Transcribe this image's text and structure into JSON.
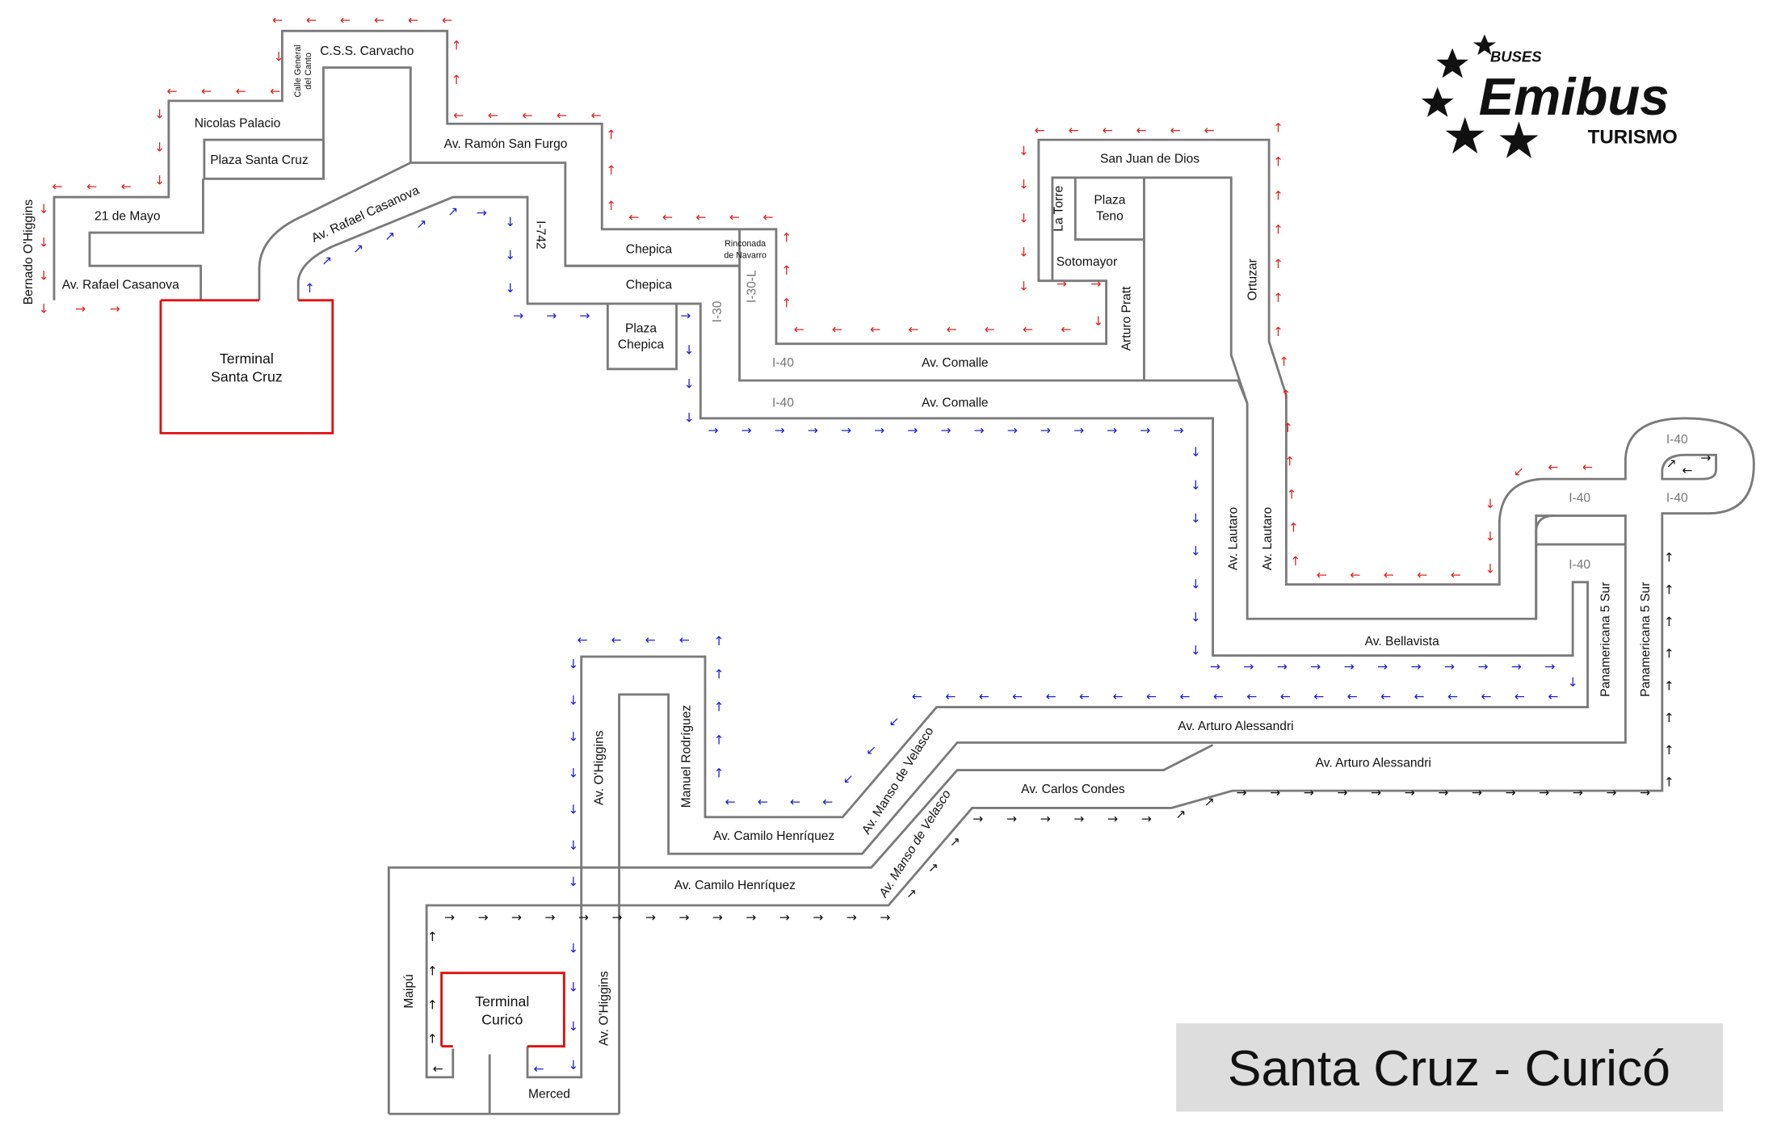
{
  "logo": {
    "top": "BUSES",
    "name": "Emibus",
    "bottom": "TURISMO"
  },
  "title": "Santa Cruz - Curicó",
  "colors": {
    "road": "#7a7a7a",
    "terminal": "#e01010",
    "route_out": "#e02020",
    "route_blue": "#2020d0",
    "route_black": "#111111",
    "title_box": "#dddddd"
  },
  "labels": {
    "bernardo": "Bernado O'Higgins",
    "general_canto_1": "Calle General",
    "general_canto_2": "del Canto",
    "carvacho": "C.S.S. Carvacho",
    "nicolas_palacio": "Nicolas Palacio",
    "plaza_santa_cruz": "Plaza Santa Cruz",
    "ramon_san_furgo": "Av. Ramón San Furgo",
    "mayo": "21 de Mayo",
    "casanova_1": "Av. Rafael Casanova",
    "casanova_2": "Av. Rafael Casanova",
    "i742": "I-742",
    "terminal_sc_1": "Terminal",
    "terminal_sc_2": "Santa Cruz",
    "chepica_1": "Chepica",
    "chepica_2": "Chepica",
    "plaza_chepica_1": "Plaza",
    "plaza_chepica_2": "Chepica",
    "rinconada_1": "Rinconada",
    "rinconada_2": "de Navarro",
    "i30l": "I-30-L",
    "i30": "I-30",
    "i40_a": "I-40",
    "comalle_1": "Av. Comalle",
    "i40_b": "I-40",
    "comalle_2": "Av. Comalle",
    "san_juan": "San Juan de Dios",
    "la_torre": "La Torre",
    "plaza_teno_1": "Plaza",
    "plaza_teno_2": "Teno",
    "sotomayor": "Sotomayor",
    "arturo_pratt": "Arturo Pratt",
    "ortuzar": "Ortuzar",
    "lautaro_1": "Av. Lautaro",
    "lautaro_2": "Av. Lautaro",
    "i40_c": "I-40",
    "i40_d": "I-40",
    "i40_e": "I-40",
    "i40_f": "I-40",
    "bellavista": "Av. Bellavista",
    "panamericana_1": "Panamericana 5 Sur",
    "panamericana_2": "Panamericana 5 Sur",
    "alessandri_1": "Av. Arturo Alessandri",
    "alessandri_2": "Av. Arturo Alessandri",
    "manso_1": "Av. Manso de Velasco",
    "manso_2": "Av. Manso de Velasco",
    "carlos_condes": "Av. Carlos Condes",
    "manuel_rodriguez": "Manuel Rodríguez",
    "ohiggins_1": "Av. O'Higgins",
    "ohiggins_2": "Av. O'Higgins",
    "camilo_1": "Av. Camilo Henríquez",
    "camilo_2": "Av. Camilo Henríquez",
    "maipu": "Maipú",
    "terminal_cu_1": "Terminal",
    "terminal_cu_2": "Curicó",
    "merced": "Merced"
  }
}
